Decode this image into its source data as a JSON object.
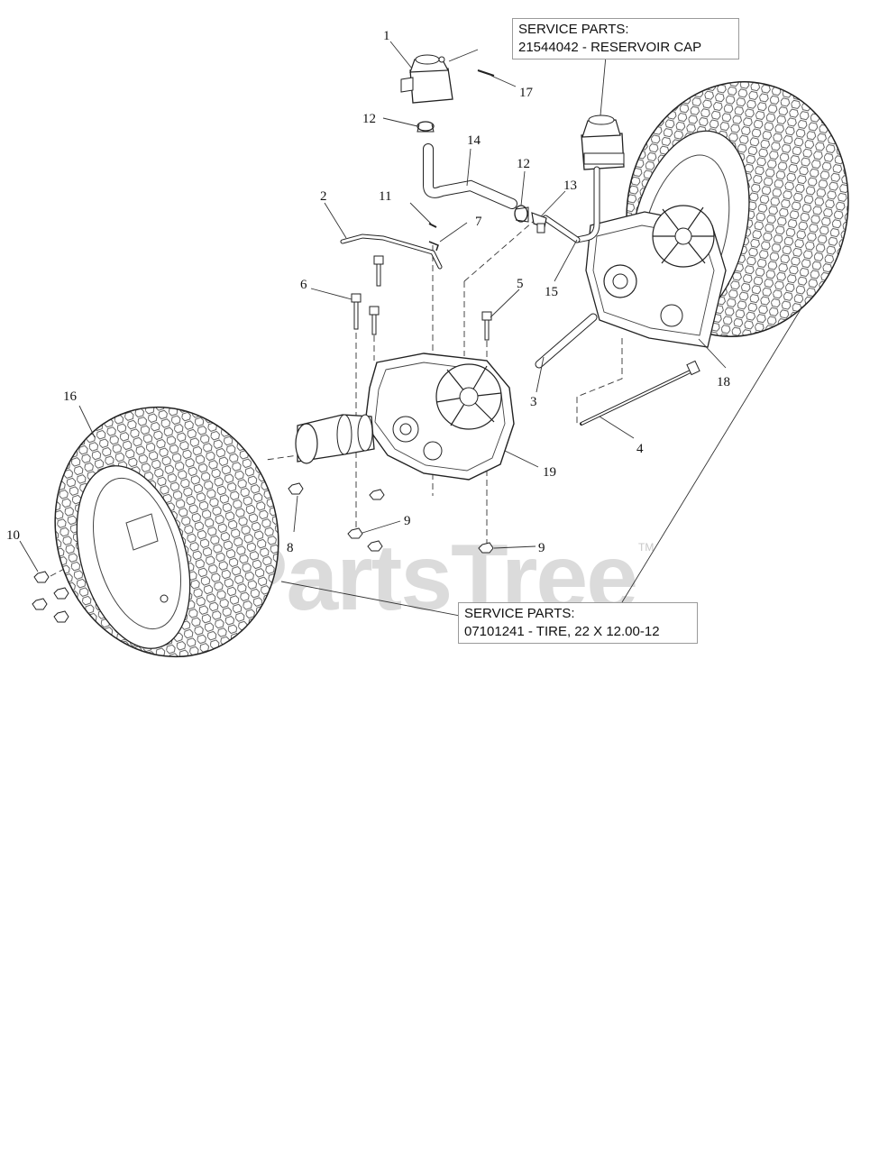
{
  "watermark": {
    "text": "PartsTree",
    "tm": "TM"
  },
  "callouts": {
    "reservoir": {
      "heading": "SERVICE PARTS:",
      "part": "21544042 - RESERVOIR CAP"
    },
    "tire": {
      "heading": "SERVICE PARTS:",
      "part": "07101241 - TIRE, 22 X 12.00-12"
    }
  },
  "labels": {
    "n1": "1",
    "n2": "2",
    "n3": "3",
    "n4": "4",
    "n5": "5",
    "n6": "6",
    "n7": "7",
    "n8": "8",
    "n9a": "9",
    "n9b": "9",
    "n10": "10",
    "n11": "11",
    "n12a": "12",
    "n12b": "12",
    "n13": "13",
    "n14": "14",
    "n15": "15",
    "n16": "16",
    "n17": "17",
    "n18": "18",
    "n19": "19"
  }
}
